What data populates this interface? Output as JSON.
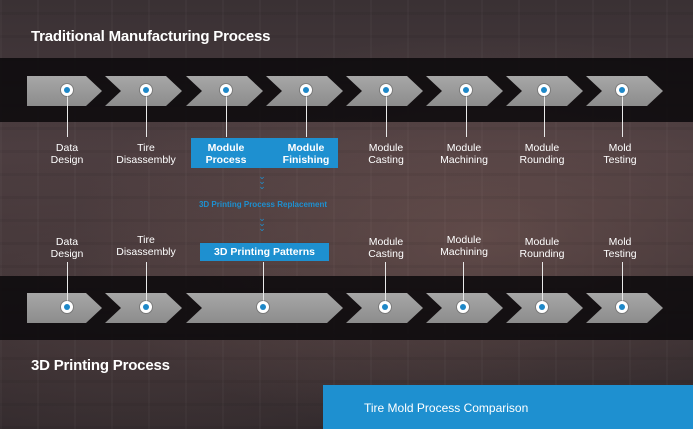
{
  "traditional": {
    "title": "Traditional Manufacturing Process",
    "steps": [
      {
        "l1": "Data",
        "l2": "Design"
      },
      {
        "l1": "Tire",
        "l2": "Disassembly"
      },
      {
        "l1": "Module",
        "l2": "Process"
      },
      {
        "l1": "Module",
        "l2": "Finishing"
      },
      {
        "l1": "Module",
        "l2": "Casting"
      },
      {
        "l1": "Module",
        "l2": "Machining"
      },
      {
        "l1": "Module",
        "l2": "Rounding"
      },
      {
        "l1": "Mold",
        "l2": "Testing"
      }
    ]
  },
  "replacement_label": "3D Printing Process Replacement",
  "printing": {
    "title": "3D Printing Process",
    "steps": [
      {
        "l1": "Data",
        "l2": "Design"
      },
      {
        "l1": "Tire",
        "l2": "Disassembly"
      },
      {
        "l1": "3D Printing Patterns",
        "l2": ""
      },
      {
        "l1": "Module",
        "l2": "Casting"
      },
      {
        "l1": "Module",
        "l2": "Machining"
      },
      {
        "l1": "Module",
        "l2": "Rounding"
      },
      {
        "l1": "Mold",
        "l2": "Testing"
      }
    ]
  },
  "caption": "Tire Mold Process Comparison",
  "colors": {
    "accent": "#1e90d0",
    "band": "#0c0a0c",
    "chevron": "#9a9a9a"
  },
  "icons": {
    "step_marker": "dot-icon",
    "flow_arrows": "double-chevron-down-icon"
  }
}
